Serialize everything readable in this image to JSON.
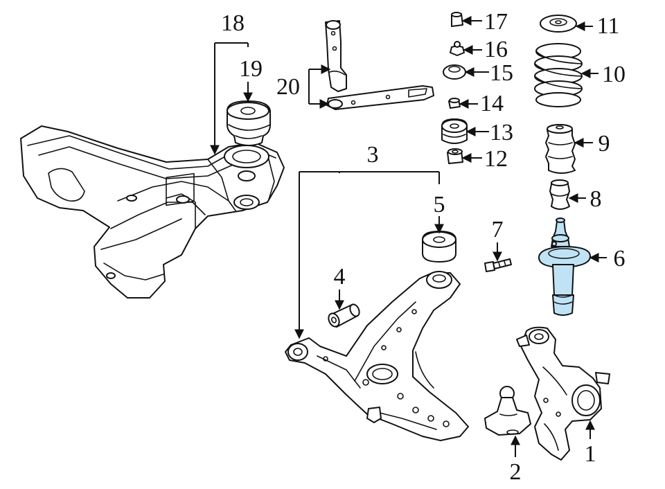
{
  "colors": {
    "line": "#111111",
    "background": "#ffffff",
    "highlight": "#bfe3f5"
  },
  "callouts": {
    "c1": "1",
    "c2": "2",
    "c3": "3",
    "c4": "4",
    "c5": "5",
    "c6": "6",
    "c7": "7",
    "c8": "8",
    "c9": "9",
    "c10": "10",
    "c11": "11",
    "c12": "12",
    "c13": "13",
    "c14": "14",
    "c15": "15",
    "c16": "16",
    "c17": "17",
    "c18": "18",
    "c19": "19",
    "c20": "20"
  }
}
